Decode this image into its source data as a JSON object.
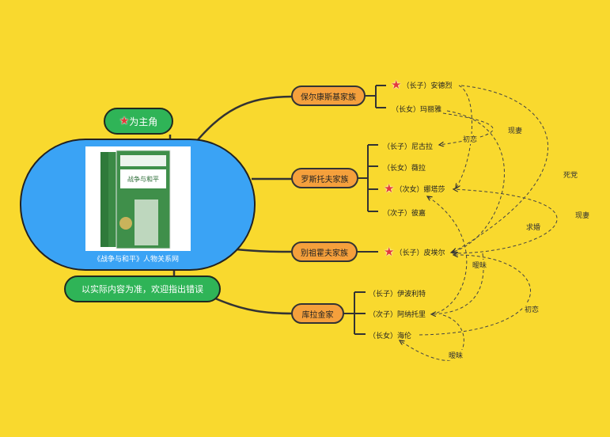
{
  "center": {
    "caption": "《战争与和平》人物关系网"
  },
  "book_cover": {
    "title": "战争与和平",
    "color": "#3f8f4a"
  },
  "legend": {
    "main_character_label": "为主角",
    "note": "以实际内容为准，欢迎指出错误"
  },
  "colors": {
    "background": "#f9d92e",
    "center": "#3aa3f5",
    "family_node": "#f5a03c",
    "pill": "#2fb457",
    "star": "#e33a3a"
  },
  "families": [
    {
      "name": "保尔康斯基家族",
      "members": [
        {
          "label": "（长子）安德烈",
          "main": true
        },
        {
          "label": "（长女）玛丽雅",
          "main": false
        }
      ]
    },
    {
      "name": "罗斯托夫家族",
      "members": [
        {
          "label": "（长子）尼古拉",
          "main": false
        },
        {
          "label": "（长女）薇拉",
          "main": false
        },
        {
          "label": "（次女）娜塔莎",
          "main": true
        },
        {
          "label": "（次子）彼嘉",
          "main": false
        }
      ]
    },
    {
      "name": "别祖霍夫家族",
      "members": [
        {
          "label": "（长子）皮埃尔",
          "main": true
        }
      ]
    },
    {
      "name": "库拉金家",
      "members": [
        {
          "label": "（长子）伊波利特",
          "main": false
        },
        {
          "label": "（次子）阿纳托里",
          "main": false
        },
        {
          "label": "（长女）海伦",
          "main": false
        }
      ]
    }
  ],
  "relations": [
    "现妻",
    "初恋",
    "死党",
    "现妻",
    "求婚",
    "暧昧",
    "初恋",
    "暧昧"
  ]
}
